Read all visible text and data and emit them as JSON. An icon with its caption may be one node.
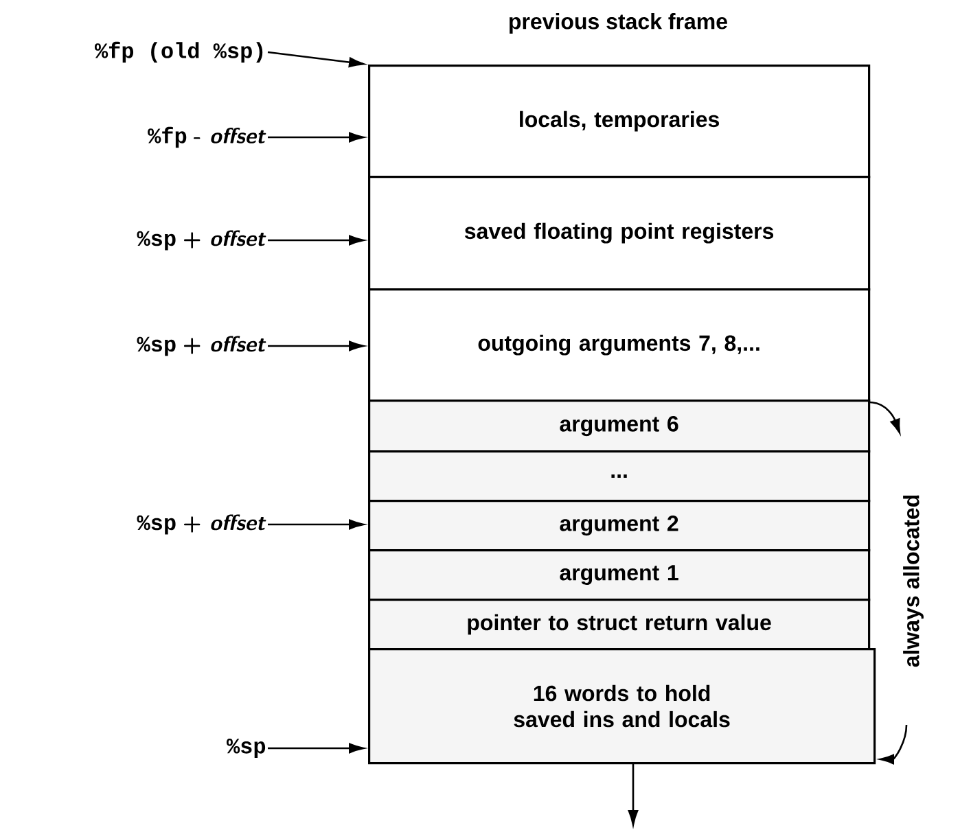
{
  "diagram": {
    "nodes": [
      {
        "text": [
          "%fp (old %sp)"
        ]
      },
      {
        "text": [
          "%fp",
          "- *offset*"
        ]
      },
      {
        "text": [
          "locals, temporaries"
        ]
      },
      {
        "text": [
          "%sp",
          "+ *offset*"
        ]
      },
      {
        "text": [
          "saved floating point registers"
        ]
      },
      {
        "text": [
          "%sp",
          "+  *offset*"
        ]
      },
      {
        "text": [
          "outgoing arguments 7, 8,..."
        ]
      },
      {
        "text": [
          "argument 6"
        ]
      },
      {
        "text": [
          "..."
        ]
      },
      {
        "text": [
          "%sp",
          "+ *offset*"
        ]
      },
      {
        "text": [
          "argument 2"
        ]
      },
      {
        "text": [
          "argument 1"
        ]
      },
      {
        "text": [
          "pointer to struct return value"
        ]
      },
      {
        "text": [
          "%sp"
        ]
      },
      {
        "text": [
          "16 words to hold saved ins and locals"
        ]
      }
    ],
    "edges": [
      {
        "from": 0,
        "to": 2,
        "arrow": "to"
      },
      {
        "from": 1,
        "to": 2,
        "arrow": "to"
      },
      {
        "from": 3,
        "to": 4,
        "arrow": "to"
      },
      {
        "from": 5,
        "to": 6,
        "arrow": "to"
      },
      {
        "from": 9,
        "to": 10,
        "arrow": "to"
      },
      {
        "from": 13,
        "to": 14,
        "arrow": "to"
      }
    ],
    "labels": [
      "previous stack frame",
      "always allocated"
    ]
  }
}
